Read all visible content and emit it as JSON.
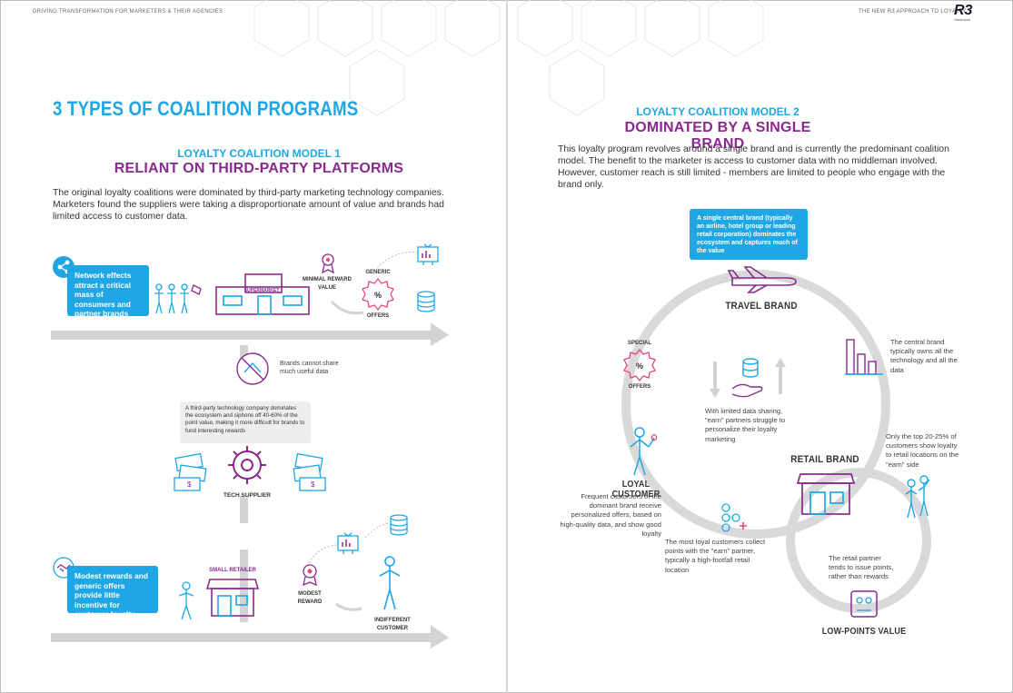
{
  "header": {
    "left_running": "DRIVING TRANSFORMATION FOR MARKETERS & THEIR AGENCIES",
    "right_running": "THE NEW R3 APPROACH TO LOYALTY",
    "logo_mark": "R3",
    "logo_sub": "r3ww.com"
  },
  "left_page": {
    "title": "3 TYPES OF COALITION PROGRAMS",
    "model_label": "LOYALTY COALITION MODEL 1",
    "model_title": "RELIANT ON THIRD-PARTY PLATFORMS",
    "intro": "The original loyalty coalitions were dominated by third-party marketing technology companies. Marketers found the suppliers were taking a disproportionate amount of value and brands had limited access to customer data.",
    "network_box": "Network effects attract a critical mass of consumers and partner brands",
    "supermarket": "SUPERMARKET",
    "minimal_reward": "MINIMAL REWARD VALUE",
    "generic_offers_top": "GENERIC",
    "generic_offers_bottom": "OFFERS",
    "brands_cannot_share": "Brands cannot share much useful data",
    "tech_note": "A third-party technology company dominates the ecosystem and siphons off 40-60% of the point value, making it more difficult for brands to fund interesting rewards",
    "tech_supplier": "TECH SUPPLIER",
    "modest_box": "Modest rewards and generic offers provide little incentive for customer loyalty",
    "small_retailer": "SMALL RETAILER",
    "modest_reward": "MODEST REWARD",
    "indifferent": "INDIFFERENT CUSTOMER"
  },
  "right_page": {
    "model_label": "LOYALTY COALITION MODEL 2",
    "model_title": "DOMINATED BY A SINGLE BRAND",
    "intro": "This loyalty program revolves around a single brand and is currently the predominant coalition model. The benefit to the marketer is access to customer data with no middleman involved. However, customer reach is still limited - members are limited to people who engage with the brand only.",
    "central_box": "A single central brand (typically an airline, hotel group or leading retail corporation) dominates the ecosystem and captures much of the value",
    "travel_brand": "TRAVEL BRAND",
    "central_owns": "The central brand typically owns all the technology and all the data",
    "special_top": "SPECIAL",
    "special_bottom": "OFFERS",
    "limited_sharing": "With limited data sharing, \"earn\" partners struggle to personalize their loyalty marketing",
    "top_customers": "Only the top 20-25% of customers show loyalty to retail locations on the \"earn\" side",
    "retail_brand": "RETAIL BRAND",
    "loyal_customer": "LOYAL CUSTOMER",
    "loyal_text": "Frequent customers of the dominant brand receive personalized offers, based on high-quality data, and show good loyalty",
    "most_loyal": "The most loyal customers collect points with the \"earn\" partner, typically a high-footfall retail location",
    "retail_partner": "The retail partner tends to issue points, rather than rewards",
    "low_points": "LOW-POINTS VALUE"
  },
  "icons": [
    "network-share-icon",
    "people-group-icon",
    "supermarket-store-icon",
    "award-ribbon-icon",
    "percent-badge-icon",
    "chart-screen-icon",
    "database-stack-icon",
    "no-data-share-icon",
    "money-bills-icon",
    "gear-icon",
    "handshake-icon",
    "person-icon",
    "small-store-icon",
    "airplane-icon",
    "bar-chart-icon",
    "hand-data-icon",
    "retail-store-icon",
    "arrow-up-icon",
    "arrow-down-icon",
    "dots-plus-icon",
    "voucher-card-icon"
  ],
  "colors": {
    "accent_blue": "#1ea7e4",
    "accent_purple": "#8b2a8e",
    "pink": "#e5457a",
    "arrow_grey": "#d3d3d3"
  }
}
